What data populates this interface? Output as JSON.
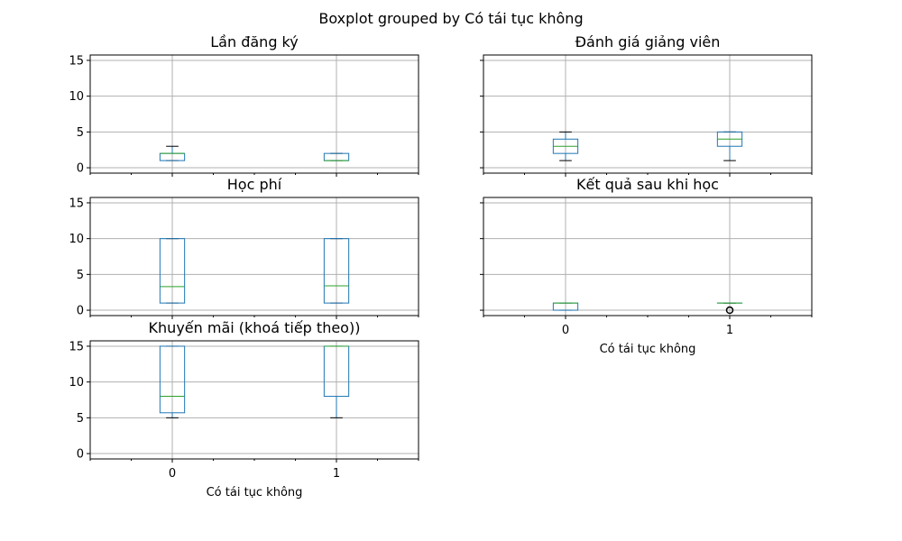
{
  "figure": {
    "suptitle": "Boxplot grouped by Có tái tục không",
    "xlabel": "Có tái tục không",
    "box_color": "#1f77b4",
    "median_color": "#2ca02c",
    "grid_color": "#b0b0b0",
    "flier_edge_color": "#000000"
  },
  "chart_data": [
    {
      "type": "box",
      "title": "Lần đăng ký",
      "categories": [
        "0",
        "1"
      ],
      "ylim": [
        -0.75,
        15.75
      ],
      "yticks": [
        0,
        5,
        10,
        15
      ],
      "grid": true,
      "xlabel": "",
      "boxes": [
        {
          "whislo": 1,
          "q1": 1,
          "med": 2,
          "q3": 2,
          "whishi": 3,
          "fliers": []
        },
        {
          "whislo": 1,
          "q1": 1,
          "med": 1,
          "q3": 2,
          "whishi": 2,
          "fliers": []
        }
      ]
    },
    {
      "type": "box",
      "title": "Đánh giá giảng viên",
      "categories": [
        "0",
        "1"
      ],
      "ylim": [
        -0.75,
        15.75
      ],
      "yticks": [
        0,
        5,
        10,
        15
      ],
      "grid": true,
      "xlabel": "",
      "boxes": [
        {
          "whislo": 1,
          "q1": 2,
          "med": 3,
          "q3": 4,
          "whishi": 5,
          "fliers": []
        },
        {
          "whislo": 1,
          "q1": 3,
          "med": 4,
          "q3": 5,
          "whishi": 5,
          "fliers": []
        }
      ]
    },
    {
      "type": "box",
      "title": "Học phí",
      "categories": [
        "0",
        "1"
      ],
      "ylim": [
        -0.75,
        15.75
      ],
      "yticks": [
        0,
        5,
        10,
        15
      ],
      "grid": true,
      "xlabel": "",
      "boxes": [
        {
          "whislo": 1,
          "q1": 1,
          "med": 3.3,
          "q3": 10,
          "whishi": 10,
          "fliers": []
        },
        {
          "whislo": 1,
          "q1": 1,
          "med": 3.4,
          "q3": 10,
          "whishi": 10,
          "fliers": []
        }
      ]
    },
    {
      "type": "box",
      "title": "Kết quả sau khi học",
      "categories": [
        "0",
        "1"
      ],
      "ylim": [
        -0.75,
        15.75
      ],
      "yticks": [
        0,
        5,
        10,
        15
      ],
      "grid": true,
      "xlabel": "Có tái tục không",
      "boxes": [
        {
          "whislo": 0,
          "q1": 0,
          "med": 1,
          "q3": 1,
          "whishi": 1,
          "fliers": []
        },
        {
          "whislo": 1,
          "q1": 1,
          "med": 1,
          "q3": 1,
          "whishi": 1,
          "fliers": [
            0
          ]
        }
      ]
    },
    {
      "type": "box",
      "title": "Khuyến mãi (khoá tiếp theo))",
      "categories": [
        "0",
        "1"
      ],
      "ylim": [
        -0.75,
        15.75
      ],
      "yticks": [
        0,
        5,
        10,
        15
      ],
      "grid": true,
      "xlabel": "Có tái tục không",
      "boxes": [
        {
          "whislo": 5,
          "q1": 5.7,
          "med": 8,
          "q3": 15,
          "whishi": 15,
          "fliers": []
        },
        {
          "whislo": 5,
          "q1": 8,
          "med": 15,
          "q3": 15,
          "whishi": 15,
          "fliers": []
        }
      ]
    }
  ]
}
